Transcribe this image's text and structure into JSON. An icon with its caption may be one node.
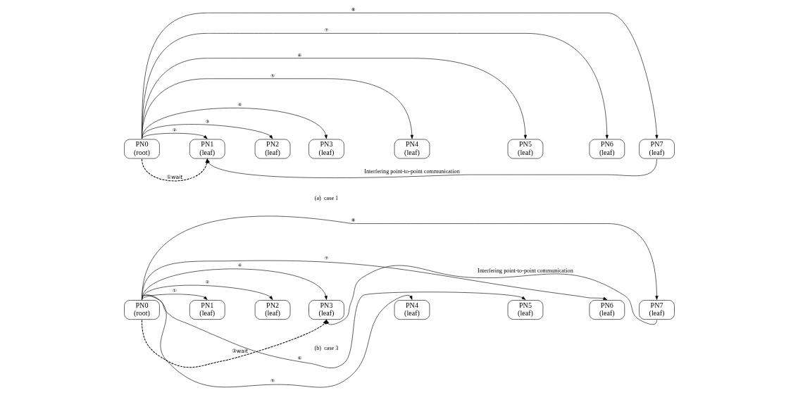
{
  "diagram": {
    "nodes": [
      {
        "text": [
          "PN0",
          "(root)"
        ]
      },
      {
        "text": [
          "PN1",
          "(leaf)"
        ]
      },
      {
        "text": [
          "PN2",
          "(leaf)"
        ]
      },
      {
        "text": [
          "PN3",
          "(leaf)"
        ]
      },
      {
        "text": [
          "PN4",
          "(leaf)"
        ]
      },
      {
        "text": [
          "PN5",
          "(leaf)"
        ]
      },
      {
        "text": [
          "PN6",
          "(leaf)"
        ]
      },
      {
        "text": [
          "PN7",
          "(leaf)"
        ]
      },
      {
        "text": [
          "PN0",
          "(root)"
        ]
      },
      {
        "text": [
          "PN1",
          "(leaf)"
        ]
      },
      {
        "text": [
          "PN2",
          "(leaf)"
        ]
      },
      {
        "text": [
          "PN3",
          "(leaf)"
        ]
      },
      {
        "text": [
          "PN4",
          "(leaf)"
        ]
      },
      {
        "text": [
          "PN5",
          "(leaf)"
        ]
      },
      {
        "text": [
          "PN6",
          "(leaf)"
        ]
      },
      {
        "text": [
          "PN7",
          "(leaf)"
        ]
      }
    ],
    "edges": [
      {
        "from": 0,
        "to": 1,
        "arrow": "to",
        "label": "②"
      },
      {
        "from": 0,
        "to": 2,
        "arrow": "to",
        "label": "③"
      },
      {
        "from": 0,
        "to": 3,
        "arrow": "to",
        "label": "④"
      },
      {
        "from": 0,
        "to": 4,
        "arrow": "to",
        "label": "⑤"
      },
      {
        "from": 0,
        "to": 5,
        "arrow": "to",
        "label": "⑥"
      },
      {
        "from": 0,
        "to": 6,
        "arrow": "to",
        "label": "⑦"
      },
      {
        "from": 0,
        "to": 7,
        "arrow": "to",
        "label": "⑧"
      },
      {
        "from": 0,
        "to": 1,
        "arrow": "to",
        "label": "①wait",
        "style": "dashed"
      },
      {
        "from": 7,
        "to": 1,
        "arrow": "to",
        "label": "Interfering point-to-point communication"
      },
      {
        "from": 8,
        "to": 9,
        "arrow": "to",
        "label": "①"
      },
      {
        "from": 8,
        "to": 10,
        "arrow": "to",
        "label": "②"
      },
      {
        "from": 8,
        "to": 11,
        "arrow": "to",
        "label": "④"
      },
      {
        "from": 8,
        "to": 12,
        "arrow": "to",
        "label": "⑤"
      },
      {
        "from": 8,
        "to": 13,
        "arrow": "to",
        "label": "⑥"
      },
      {
        "from": 8,
        "to": 14,
        "arrow": "to",
        "label": "⑦"
      },
      {
        "from": 8,
        "to": 15,
        "arrow": "to",
        "label": "⑧"
      },
      {
        "from": 8,
        "to": 11,
        "arrow": "to",
        "label": "③wait",
        "style": "dashed"
      },
      {
        "from": 15,
        "to": 11,
        "arrow": "to",
        "label": "Interfering point-to-point communication"
      }
    ],
    "labels": [
      "(a)  case 1",
      "(b)  case 3"
    ]
  }
}
